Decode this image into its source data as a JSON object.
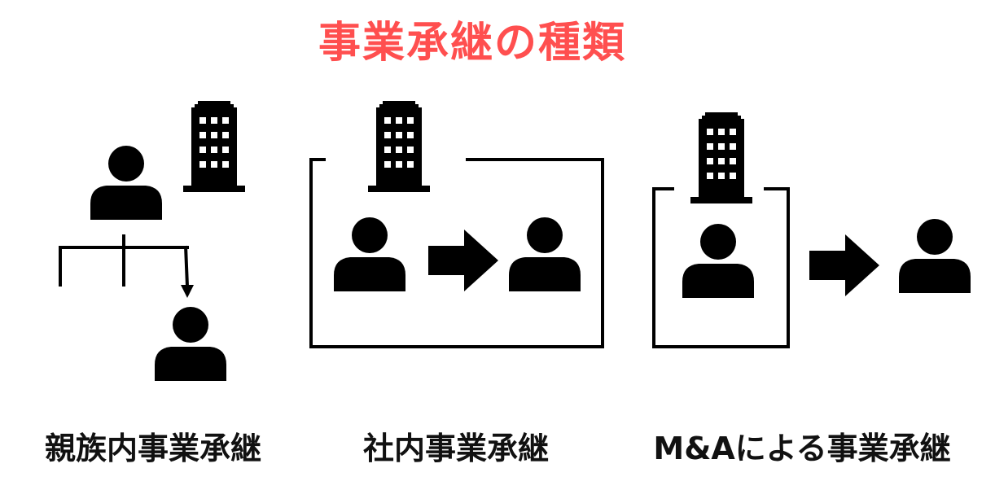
{
  "title": "事業承継の種類",
  "colors": {
    "title": "#ff4f4f",
    "ink": "#000000"
  },
  "sections": [
    {
      "label": "親族内事業承継",
      "icons": [
        "person-icon",
        "building-icon",
        "family-tree-icon",
        "arrow-down-icon",
        "person-icon"
      ]
    },
    {
      "label": "社内事業承継",
      "icons": [
        "building-icon",
        "company-frame",
        "person-icon",
        "arrow-right-icon",
        "person-icon"
      ]
    },
    {
      "label": "M&Aによる事業承継",
      "icons": [
        "building-icon",
        "company-frame",
        "person-icon",
        "arrow-right-icon",
        "person-icon"
      ]
    }
  ]
}
